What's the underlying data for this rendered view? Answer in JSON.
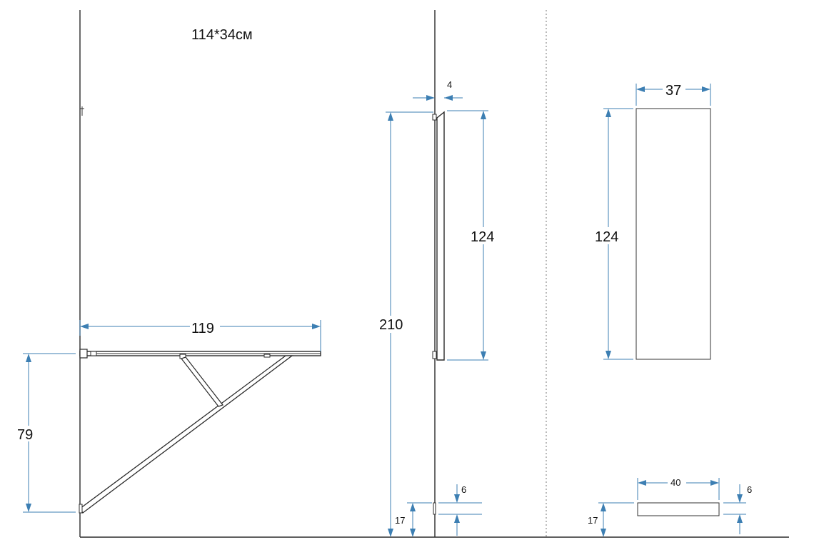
{
  "diagram": {
    "caption": "114*34см",
    "side_view": {
      "table_length": "119",
      "table_height": "79"
    },
    "folded_view": {
      "wall_height": "210",
      "cabinet_depth": "4",
      "cabinet_height": "124",
      "bottom_gap": "17",
      "bottom_rail": "6"
    },
    "front_view": {
      "cabinet_width": "37",
      "cabinet_height": "124",
      "plinth_width": "40",
      "plinth_height": "6",
      "plinth_offset": "17"
    }
  }
}
